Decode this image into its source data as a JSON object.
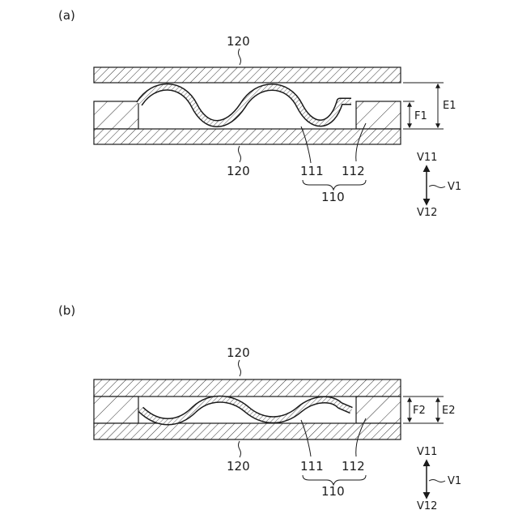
{
  "panels": [
    {
      "id": "a",
      "label": "(a)",
      "plate_label_top": "120",
      "plate_label_bottom": "120",
      "part_label_111": "111",
      "part_label_112": "112",
      "group_label": "110",
      "dim_outer": "E1",
      "dim_inner": "F1",
      "dir_up": "V11",
      "dir_down": "V12",
      "dir_axis": "V1"
    },
    {
      "id": "b",
      "label": "(b)",
      "plate_label_top": "120",
      "plate_label_bottom": "120",
      "part_label_111": "111",
      "part_label_112": "112",
      "group_label": "110",
      "dim_outer": "E2",
      "dim_inner": "F2",
      "dir_up": "V11",
      "dir_down": "V12",
      "dir_axis": "V1"
    }
  ]
}
